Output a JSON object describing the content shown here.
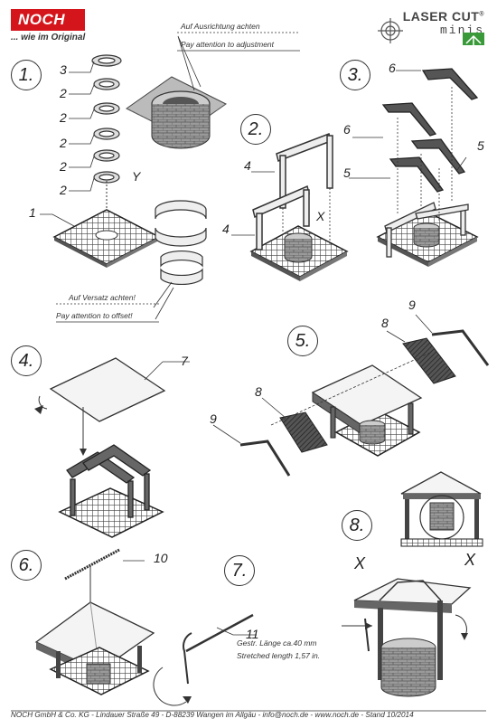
{
  "header": {
    "brand": "NOCH",
    "tagline": "... wie im Original",
    "product_line_top": "LASER CUT",
    "product_line_bottom": "minis",
    "registered": "®"
  },
  "notes": {
    "alignment_de": "Auf Ausrichtung achten",
    "alignment_en": "Pay attention to adjustment",
    "offset_de": "Auf Versatz achten!",
    "offset_en": "Pay attention to offset!",
    "length_de": "Gestr. Länge ca.40 mm",
    "length_en": "Stretched length 1,57 in."
  },
  "steps": [
    "1.",
    "2.",
    "3.",
    "4.",
    "5.",
    "6.",
    "7.",
    "8."
  ],
  "part_labels": {
    "p3": "3",
    "p2a": "2",
    "p2b": "2",
    "p2c": "2",
    "p2d": "2",
    "p2e": "2",
    "p1": "1",
    "y": "Y",
    "s2_4a": "4",
    "s2_4b": "4",
    "s2_x": "X",
    "s3_6a": "6",
    "s3_6b": "6",
    "s3_5a": "5",
    "s3_5b": "5",
    "s4_7": "7",
    "s5_8a": "8",
    "s5_9a": "9",
    "s5_8b": "8",
    "s5_9b": "9",
    "s6_10": "10",
    "s7_11": "11",
    "s8_xl": "X",
    "s8_xr": "X"
  },
  "footer": "NOCH GmbH & Co. KG - Lindauer Straße 49 - D-88239 Wangen im Allgäu - info@noch.de - www.noch.de - Stand 10/2014",
  "colors": {
    "brand_red": "#d4151c",
    "leaf_green": "#3a9a3a",
    "line": "#333333",
    "roof": "#f2f2f2",
    "shadow": "#8a8a8a"
  }
}
